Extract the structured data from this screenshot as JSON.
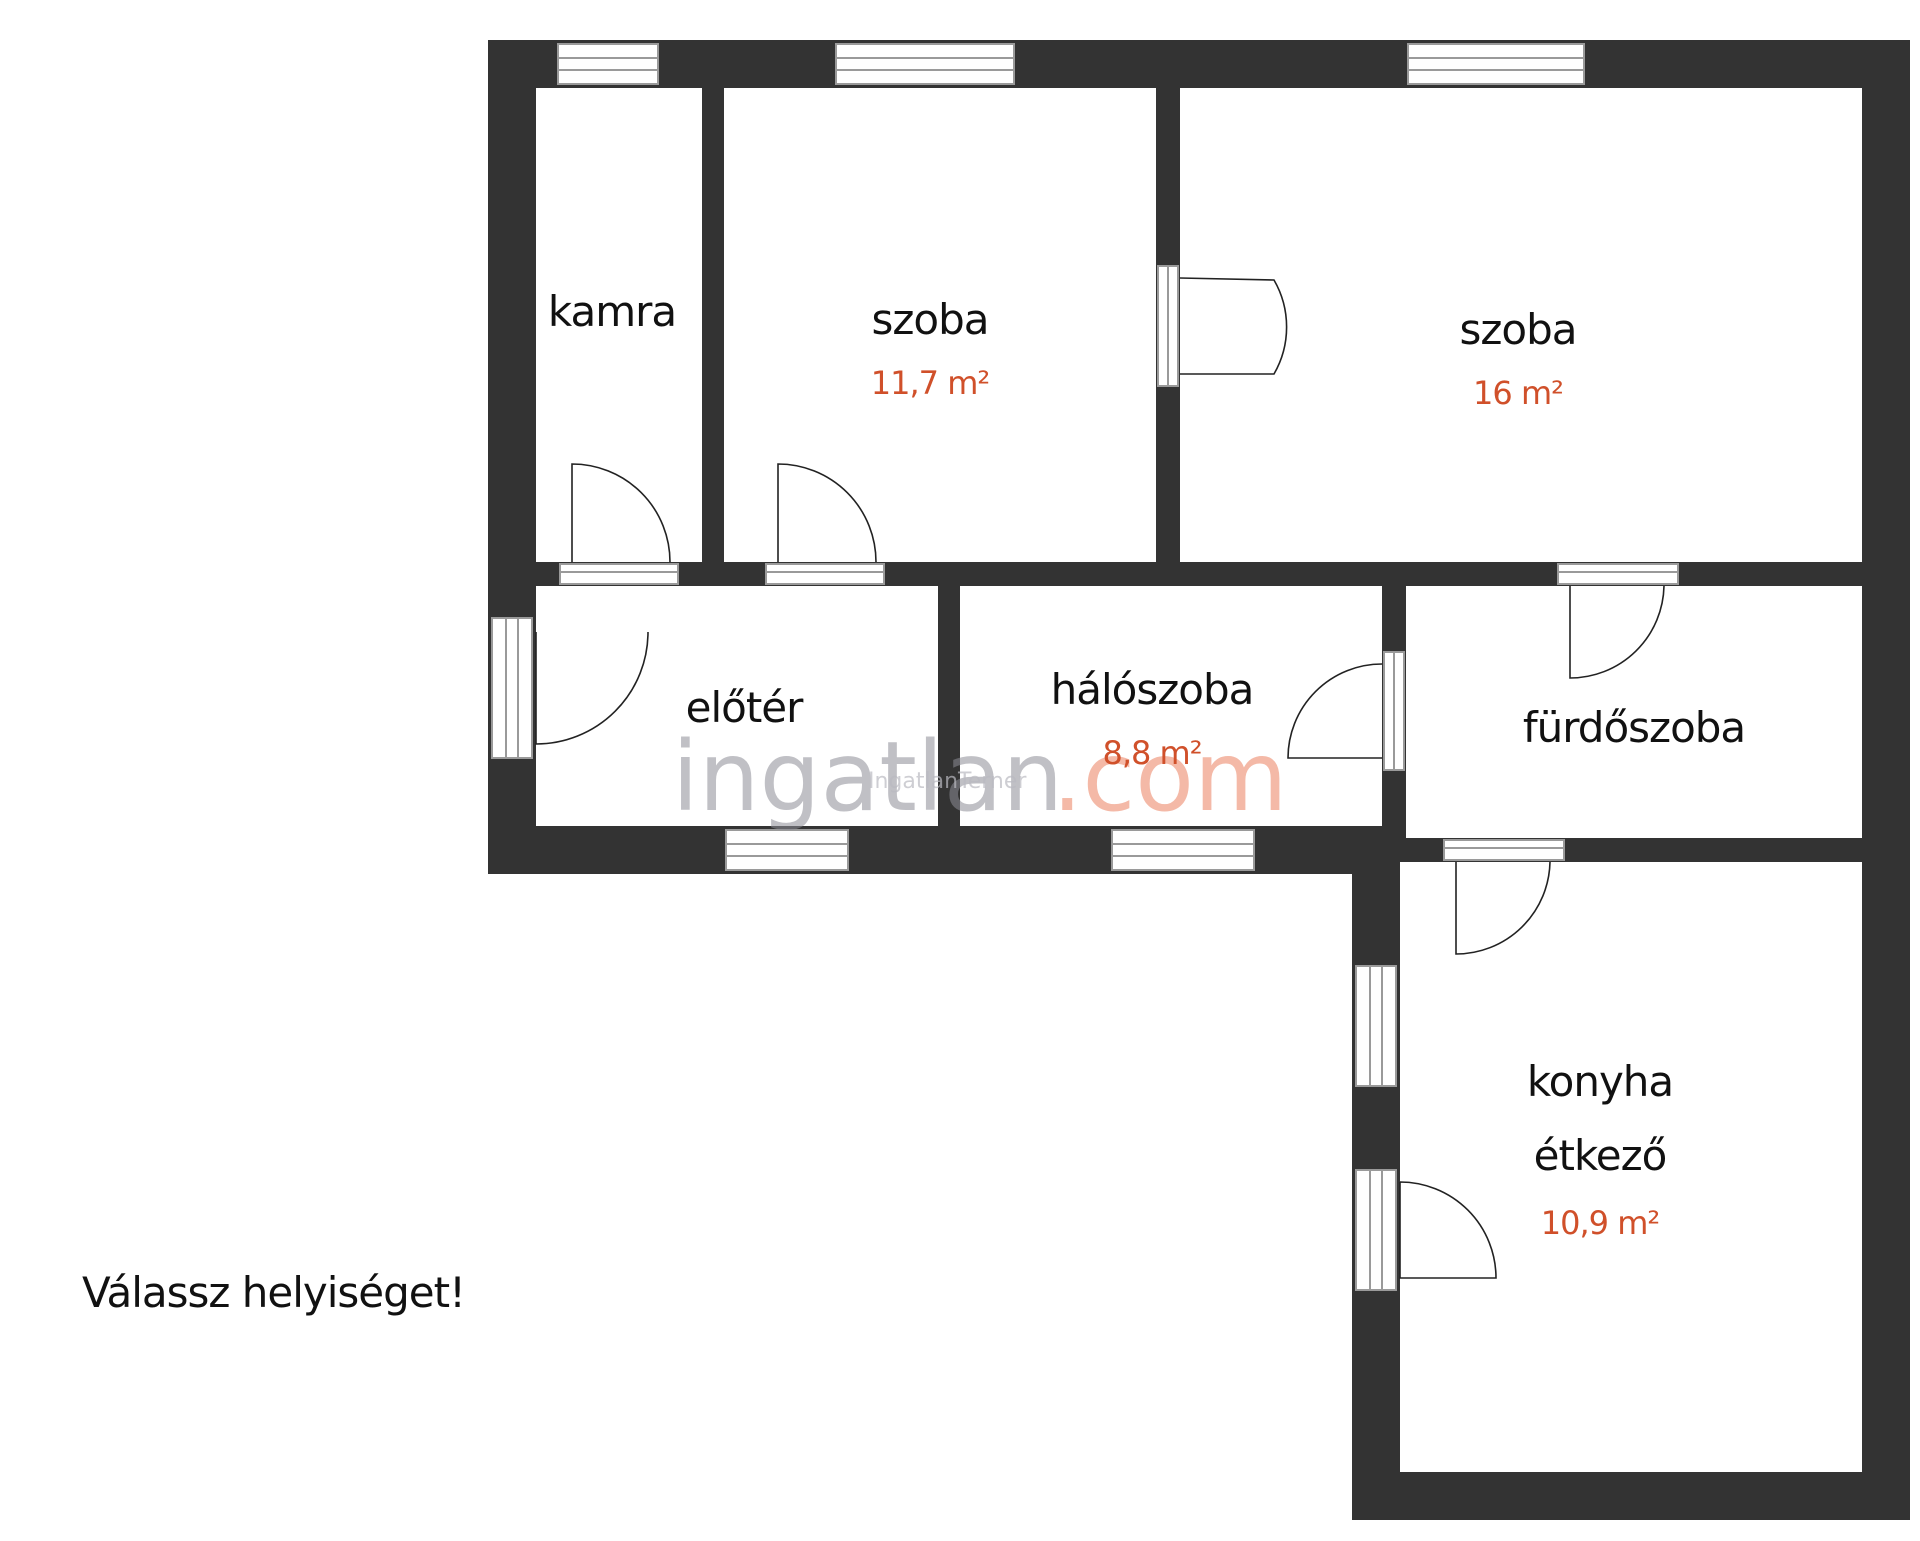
{
  "rooms": {
    "kamra": {
      "name": "kamra"
    },
    "szoba_small": {
      "name": "szoba",
      "area": "11,7 m²"
    },
    "szoba_large": {
      "name": "szoba",
      "area": "16 m²"
    },
    "eloter": {
      "name": "előtér"
    },
    "haloszoba": {
      "name": "hálószoba",
      "area": "8,8 m²"
    },
    "furdoszoba": {
      "name": "fürdőszoba"
    },
    "konyha": {
      "name_line1": "konyha",
      "name_line2": "étkező",
      "area": "10,9 m²"
    }
  },
  "prompt": "Válassz helyiséget!",
  "watermark": {
    "part1": "ingatlan",
    "part2": ".com",
    "small": "IngatlanTerner"
  },
  "colors": {
    "wall": "#333333",
    "area_text": "#d0502a",
    "background": "#ffffff"
  }
}
